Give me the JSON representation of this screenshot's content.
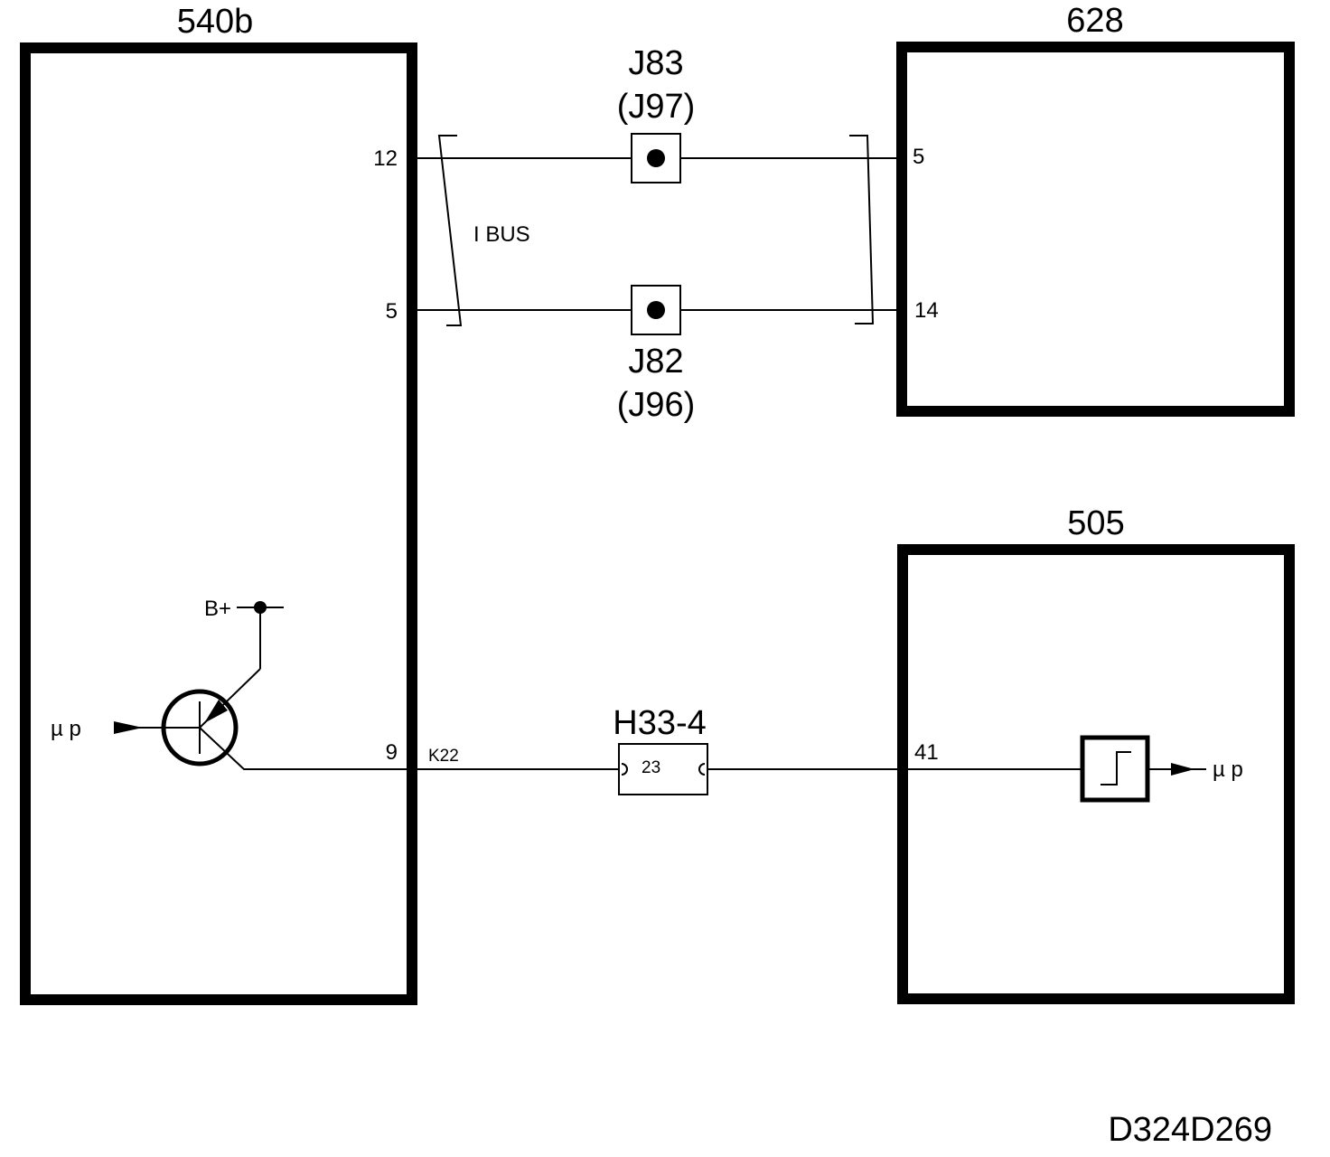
{
  "modules": {
    "left": {
      "label": "540b"
    },
    "top_right": {
      "label": "628"
    },
    "bottom_right": {
      "label": "505"
    }
  },
  "connectors": {
    "j83": {
      "label": "J83",
      "alt": "(J97)"
    },
    "j82": {
      "label": "J82",
      "alt": "(J96)"
    },
    "h33": {
      "label": "H33-4",
      "pin": "23"
    }
  },
  "pins": {
    "left_12": "12",
    "left_5": "5",
    "left_9": "9",
    "k22": "K22",
    "tr_5": "5",
    "tr_14": "14",
    "br_41": "41"
  },
  "labels": {
    "bus": "I BUS",
    "bplus": "B+",
    "up_in": "µ p",
    "up_out": "µ p"
  },
  "drawing_code": "D324D269"
}
